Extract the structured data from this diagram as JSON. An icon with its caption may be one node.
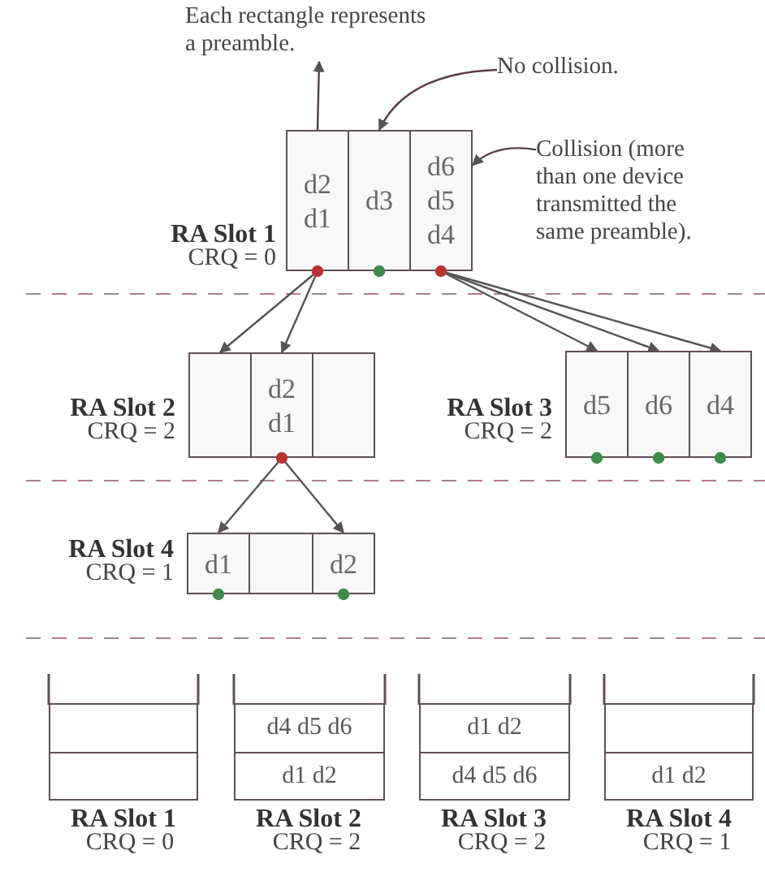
{
  "diagram": {
    "nodes": [
      {
        "text": [
          "Each rectangle represents a preamble."
        ]
      },
      {
        "text": [
          "No collision."
        ]
      },
      {
        "text": [
          "d2",
          "d1"
        ]
      },
      {
        "text": [
          "d3"
        ]
      },
      {
        "text": [
          "d6",
          "d5",
          "d4"
        ]
      },
      {
        "text": [
          "Collision (more than one device transmitted the same preamble)."
        ]
      },
      {
        "text": [],
        "shape": "box"
      },
      {
        "text": [
          "d2",
          "d1"
        ]
      },
      {
        "text": [],
        "shape": "box"
      },
      {
        "text": [
          "d5"
        ]
      },
      {
        "text": [
          "d6"
        ]
      },
      {
        "text": [
          "d4"
        ]
      },
      {
        "text": [
          "d1"
        ]
      },
      {
        "text": [],
        "shape": "box"
      },
      {
        "text": [
          "d2"
        ]
      },
      {
        "text": [],
        "shape": "box"
      },
      {
        "text": [],
        "shape": "box"
      },
      {
        "text": [
          "d4 d5 d6"
        ]
      },
      {
        "text": [
          "d1 d2"
        ]
      },
      {
        "text": [
          "d1 d2"
        ]
      },
      {
        "text": [
          "d4 d5 d6"
        ]
      },
      {
        "text": [],
        "shape": "box"
      },
      {
        "text": [
          "d1 d2"
        ]
      }
    ],
    "edges": [
      {
        "from": 2,
        "to": 0,
        "arrow": "to"
      },
      {
        "from": 1,
        "to": 3,
        "arrow": "to"
      },
      {
        "from": 5,
        "to": 4,
        "arrow": "to"
      },
      {
        "from": 2,
        "to": 6,
        "arrow": "to"
      },
      {
        "from": 2,
        "to": 7,
        "arrow": "to"
      },
      {
        "from": 4,
        "to": 9,
        "arrow": "to"
      },
      {
        "from": 4,
        "to": 10,
        "arrow": "to"
      },
      {
        "from": 4,
        "to": 11,
        "arrow": "to"
      },
      {
        "from": 7,
        "to": 12,
        "arrow": "to"
      },
      {
        "from": 7,
        "to": 14,
        "arrow": "to"
      }
    ],
    "labels": [
      "RA Slot 1",
      "CRQ = 0",
      "RA Slot 2",
      "CRQ = 2",
      "RA Slot 3",
      "CRQ = 2",
      "RA Slot 4",
      "CRQ = 1",
      "RA Slot 1",
      "CRQ = 0",
      "RA Slot 2",
      "CRQ = 2",
      "RA Slot 3",
      "CRQ = 2",
      "RA Slot 4",
      "CRQ = 1"
    ]
  }
}
